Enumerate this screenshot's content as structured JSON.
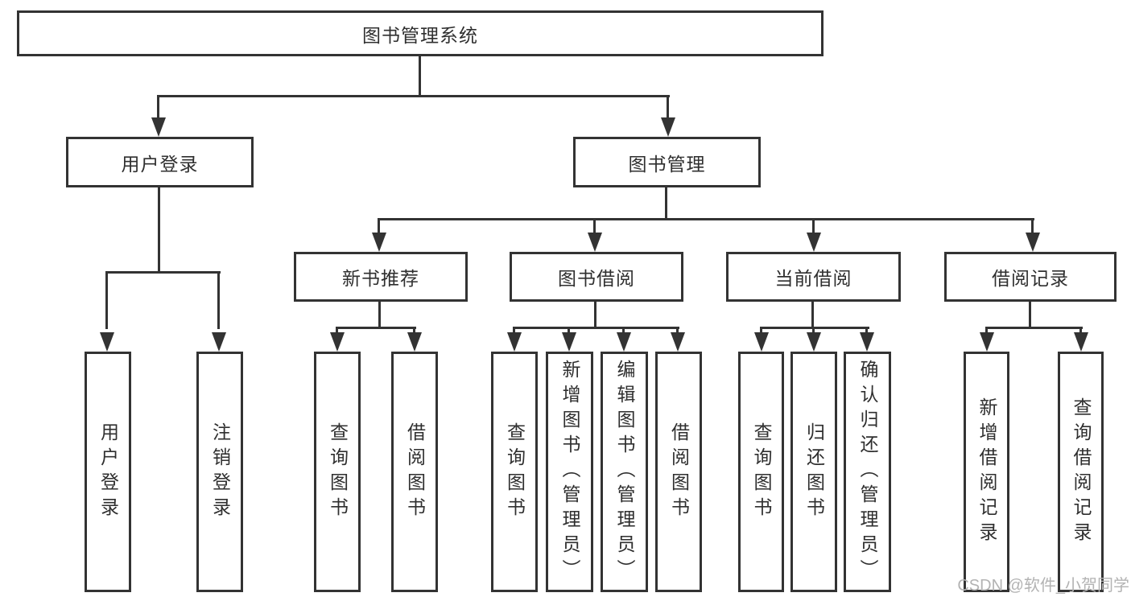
{
  "page": {
    "watermark": "CSDN @软件_小贺同学"
  },
  "colors": {
    "line": "#333333",
    "text": "#2f2f2f",
    "box_background": "#ffffff",
    "background": "#ffffff",
    "watermark": "#b3b3b3"
  },
  "diagram_type": "hierarchy-tree",
  "nodes": {
    "root": "图书管理系统",
    "level2": {
      "user_login": "用户登录",
      "book_management": "图书管理"
    },
    "level3": {
      "new_book_recommend": "新书推荐",
      "book_borrow": "图书借阅",
      "current_borrow": "当前借阅",
      "borrow_records": "借阅记录"
    },
    "leaves": {
      "user_login": [
        "用户登录",
        "注销登录"
      ],
      "new_book_recommend": [
        "查询图书",
        "借阅图书"
      ],
      "book_borrow": [
        "查询图书",
        "新增图书（管理员）",
        "编辑图书（管理员）",
        "借阅图书"
      ],
      "current_borrow": [
        "查询图书",
        "归还图书",
        "确认归还（管理员）"
      ],
      "borrow_records": [
        "新增借阅记录",
        "查询借阅记录"
      ]
    }
  }
}
